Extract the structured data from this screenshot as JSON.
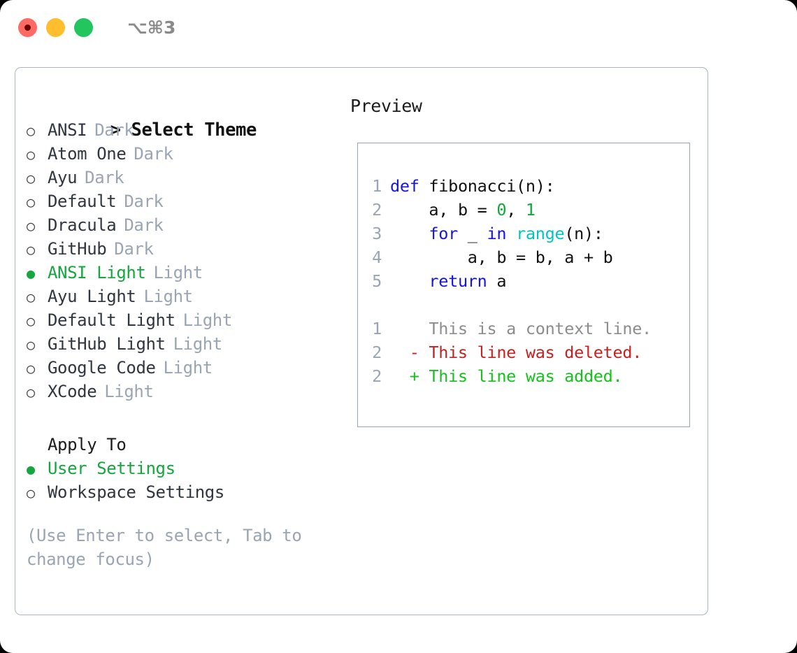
{
  "titlebar": {
    "dots": [
      {
        "name": "close-dot",
        "color": "#ff6b63",
        "active": true
      },
      {
        "name": "minimize-dot",
        "color": "#ffbe2e",
        "active": false
      },
      {
        "name": "maximize-dot",
        "color": "#22c55e",
        "active": false
      }
    ],
    "shortcut": "⌥⌘3"
  },
  "colors": {
    "accent_green": "#15a63f",
    "muted_gray": "#9aa5b4",
    "text_dark": "#2f3640",
    "border": "#aab4c2",
    "keyword_blue": "#1414e6",
    "function_cyan": "#00c3c3",
    "number_green": "#15a63f",
    "diff_delete_red": "#c62020",
    "diff_add_green": "#15c21a",
    "diff_context_gray": "#8c8c8c"
  },
  "theme_list": {
    "prompt": ">",
    "title": "Select Theme",
    "items": [
      {
        "marker": "○",
        "name": "ANSI",
        "variant": "Dark",
        "selected": false
      },
      {
        "marker": "○",
        "name": "Atom One",
        "variant": "Dark",
        "selected": false
      },
      {
        "marker": "○",
        "name": "Ayu",
        "variant": "Dark",
        "selected": false
      },
      {
        "marker": "○",
        "name": "Default",
        "variant": "Dark",
        "selected": false
      },
      {
        "marker": "○",
        "name": "Dracula",
        "variant": "Dark",
        "selected": false
      },
      {
        "marker": "○",
        "name": "GitHub",
        "variant": "Dark",
        "selected": false
      },
      {
        "marker": "●",
        "name": "ANSI Light",
        "variant": "Light",
        "selected": true
      },
      {
        "marker": "○",
        "name": "Ayu Light",
        "variant": "Light",
        "selected": false
      },
      {
        "marker": "○",
        "name": "Default Light",
        "variant": "Light",
        "selected": false
      },
      {
        "marker": "○",
        "name": "GitHub Light",
        "variant": "Light",
        "selected": false
      },
      {
        "marker": "○",
        "name": "Google Code",
        "variant": "Light",
        "selected": false
      },
      {
        "marker": "○",
        "name": "XCode",
        "variant": "Light",
        "selected": false
      }
    ]
  },
  "apply_to": {
    "title": "Apply To",
    "options": [
      {
        "marker": "●",
        "label": "User Settings",
        "selected": true
      },
      {
        "marker": "○",
        "label": "Workspace Settings",
        "selected": false
      }
    ]
  },
  "hint": "(Use Enter to select, Tab to change focus)",
  "preview": {
    "title": "Preview",
    "code_lines": [
      {
        "num": "1",
        "indent": "",
        "tokens": [
          {
            "t": "def ",
            "c": "kw"
          },
          {
            "t": "fibonacci(n):",
            "c": "plain"
          }
        ]
      },
      {
        "num": "2",
        "indent": "    ",
        "tokens": [
          {
            "t": "a, b = ",
            "c": "plain"
          },
          {
            "t": "0",
            "c": "num"
          },
          {
            "t": ", ",
            "c": "plain"
          },
          {
            "t": "1",
            "c": "num"
          }
        ]
      },
      {
        "num": "3",
        "indent": "    ",
        "tokens": [
          {
            "t": "for",
            "c": "kw"
          },
          {
            "t": " _ ",
            "c": "plain"
          },
          {
            "t": "in",
            "c": "kw"
          },
          {
            "t": " ",
            "c": "plain"
          },
          {
            "t": "range",
            "c": "fn"
          },
          {
            "t": "(n):",
            "c": "plain"
          }
        ]
      },
      {
        "num": "4",
        "indent": "        ",
        "tokens": [
          {
            "t": "a, b = b, a + b",
            "c": "plain"
          }
        ]
      },
      {
        "num": "5",
        "indent": "    ",
        "tokens": [
          {
            "t": "return",
            "c": "kw"
          },
          {
            "t": " a",
            "c": "plain"
          }
        ]
      }
    ],
    "diff_lines": [
      {
        "num": "1",
        "sign": " ",
        "text": "This is a context line.",
        "kind": "ctx"
      },
      {
        "num": "2",
        "sign": "-",
        "text": "This line was deleted.",
        "kind": "del"
      },
      {
        "num": "2",
        "sign": "+",
        "text": "This line was added.",
        "kind": "add"
      }
    ]
  }
}
